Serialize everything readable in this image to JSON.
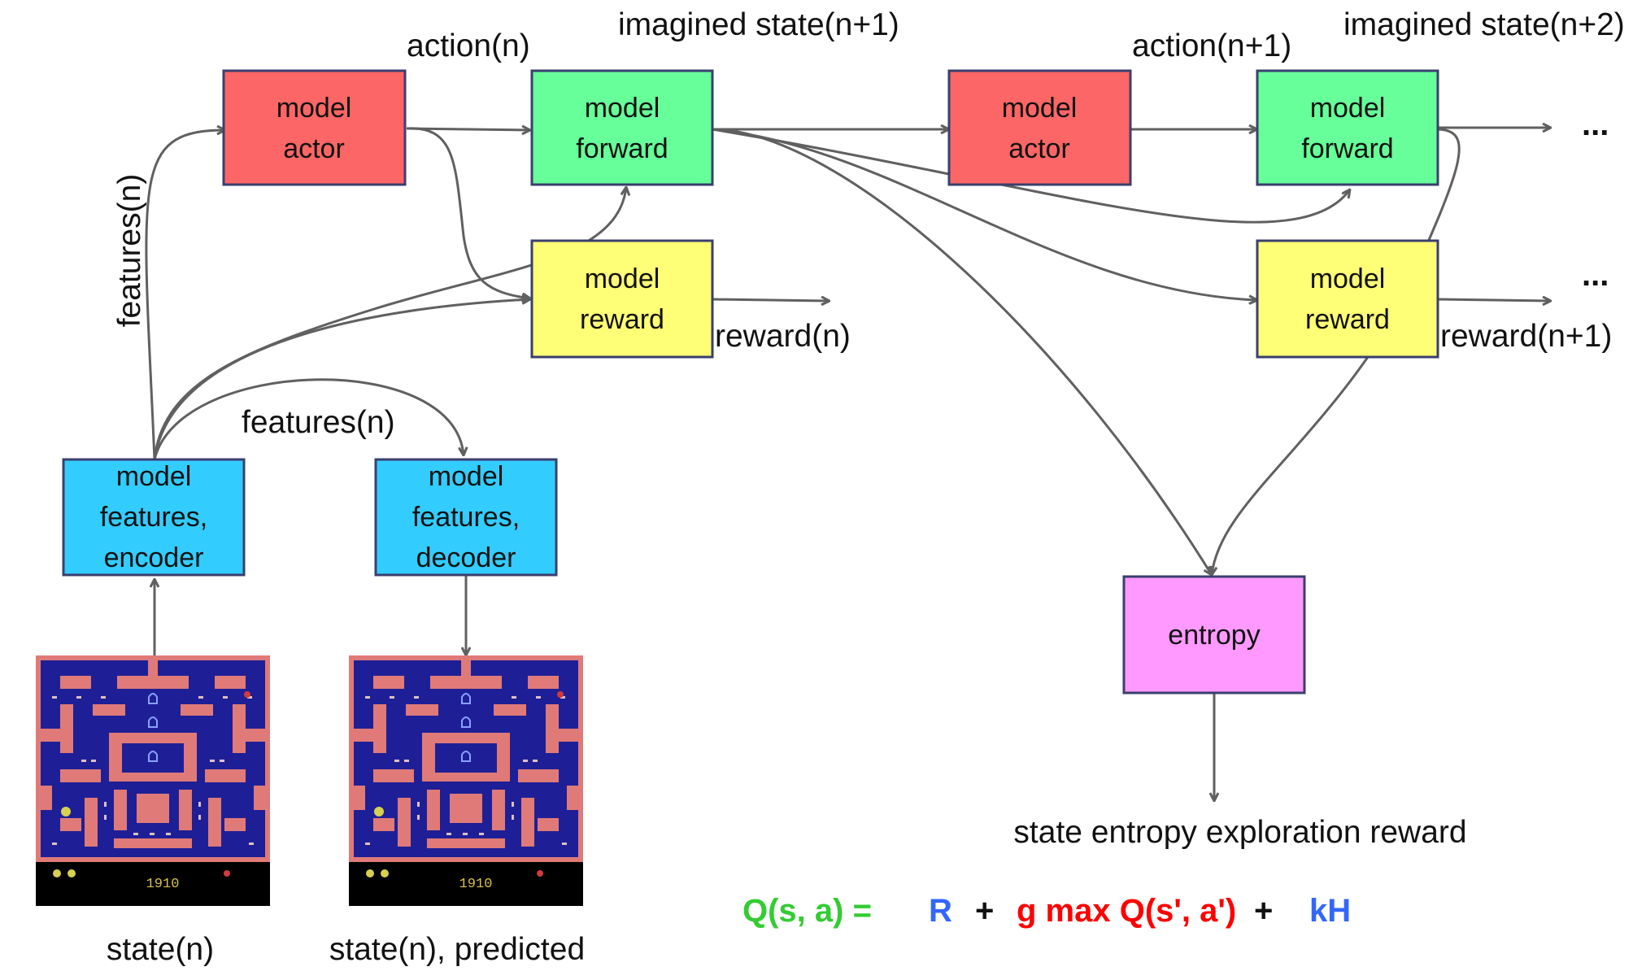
{
  "colors": {
    "actor": "#fd6666",
    "forward": "#66ff99",
    "reward": "#ffff77",
    "encoder": "#33ccff",
    "entropy": "#ff99ff",
    "arrow": "#606060",
    "maze_wall": "#e07a78",
    "maze_bg": "#1e1f96",
    "eq_green": "#33cc33",
    "eq_blue": "#3366ff",
    "eq_red": "#ff0000"
  },
  "boxes": {
    "actor_n": {
      "line1": "model",
      "line2": "actor"
    },
    "forward_n": {
      "line1": "model",
      "line2": "forward"
    },
    "reward_n": {
      "line1": "model",
      "line2": "reward"
    },
    "actor_n1": {
      "line1": "model",
      "line2": "actor"
    },
    "forward_n1": {
      "line1": "model",
      "line2": "forward"
    },
    "reward_n1": {
      "line1": "model",
      "line2": "reward"
    },
    "encoder": {
      "line1": "model",
      "line2": "features,",
      "line3": "encoder"
    },
    "decoder": {
      "line1": "model",
      "line2": "features,",
      "line3": "decoder"
    },
    "entropy": {
      "line1": "entropy"
    }
  },
  "labels": {
    "action_n": "action(n)",
    "imagined_n1": "imagined state(n+1)",
    "action_n1": "action(n+1)",
    "imagined_n2": "imagined state(n+2)",
    "features_vertical": "features(n)",
    "features_horizontal": "features(n)",
    "reward_n": "reward(n)",
    "reward_n1": "reward(n+1)",
    "ellipsis_top": "...",
    "ellipsis_mid": "...",
    "state_n": "state(n)",
    "state_n_predicted": "state(n), predicted",
    "entropy_output": "state entropy exploration reward"
  },
  "game_screens": {
    "score": "1910"
  },
  "equation": {
    "q": "Q(s, a) =",
    "r": "R",
    "plus1": "+",
    "gmax": "g max Q(s', a')",
    "plus2": "+",
    "kh": "kH"
  }
}
